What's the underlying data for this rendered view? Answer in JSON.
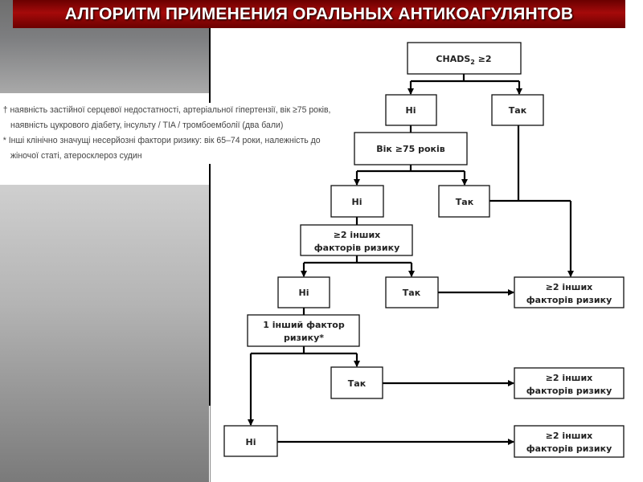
{
  "title": "АЛГОРИТМ ПРИМЕНЕНИЯ ОРАЛЬНЫХ АНТИКОАГУЛЯНТОВ",
  "footnotes": [
    {
      "marker": "†",
      "text": "наявність застійної серцевої недостатності, артеріальної гіпертензії, вік ≥75 років, наявність цукрового діабету, інсульту / TIA / тромбоемболії (два бали)"
    },
    {
      "marker": "*",
      "text": "Інші клінічно значущі несерйозні фактори ризику: вік 65–74 роки, належність до жіночої статі, атеросклероз судин"
    }
  ],
  "flowchart": {
    "chads": {
      "main": "CHADS",
      "sub": "2",
      "cond": " ≥2"
    },
    "no1": "Ні",
    "yes1": "Так",
    "age": "Вік ≥75 років",
    "no2": "Ні",
    "yes2": "Так",
    "other2": {
      "line1": "≥2 інших",
      "line2": "факторів ризику"
    },
    "no3": "Ні",
    "yes3": "Так",
    "one_other": {
      "line1": "1 інший фактор",
      "line2": "ризику*"
    },
    "yes4": "Так",
    "no4": "Ні",
    "result1": {
      "line1": "≥2 інших",
      "line2": "факторів ризику"
    },
    "result2": {
      "line1": "≥2 інших",
      "line2": "факторів ризику"
    },
    "result3": {
      "line1": "≥2 інших",
      "line2": "факторів ризику"
    }
  }
}
